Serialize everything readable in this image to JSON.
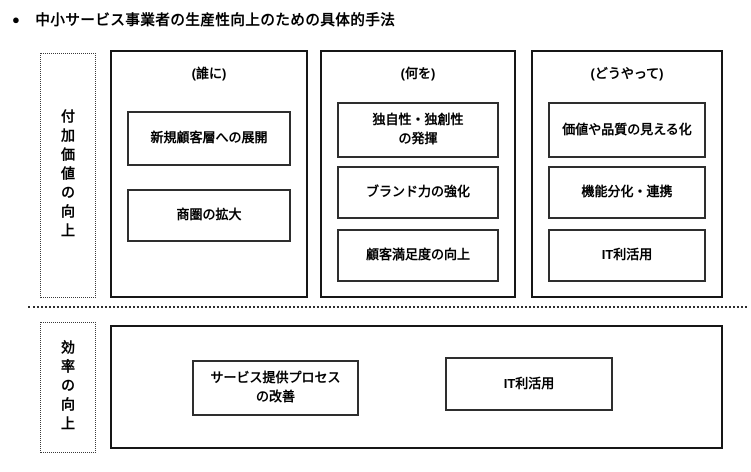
{
  "title": {
    "bullet": "●",
    "text": "中小サービス事業者の生産性向上のための具体的手法"
  },
  "value_section": {
    "side_label": "付加価値の向上",
    "columns": [
      {
        "header": "(誰に)",
        "items": [
          "新規顧客層への展開",
          "商圏の拡大"
        ]
      },
      {
        "header": "(何を)",
        "items": [
          "独自性・独創性\nの発揮",
          "ブランド力の強化",
          "顧客満足度の向上"
        ]
      },
      {
        "header": "(どうやって)",
        "items": [
          "価値や品質の見える化",
          "機能分化・連携",
          "IT利活用"
        ]
      }
    ]
  },
  "efficiency_section": {
    "side_label": "効率の向上",
    "items": [
      "サービス提供プロセス\nの改善",
      "IT利活用"
    ]
  },
  "colors": {
    "border": "#161616",
    "text": "#000000",
    "background": "#ffffff"
  }
}
